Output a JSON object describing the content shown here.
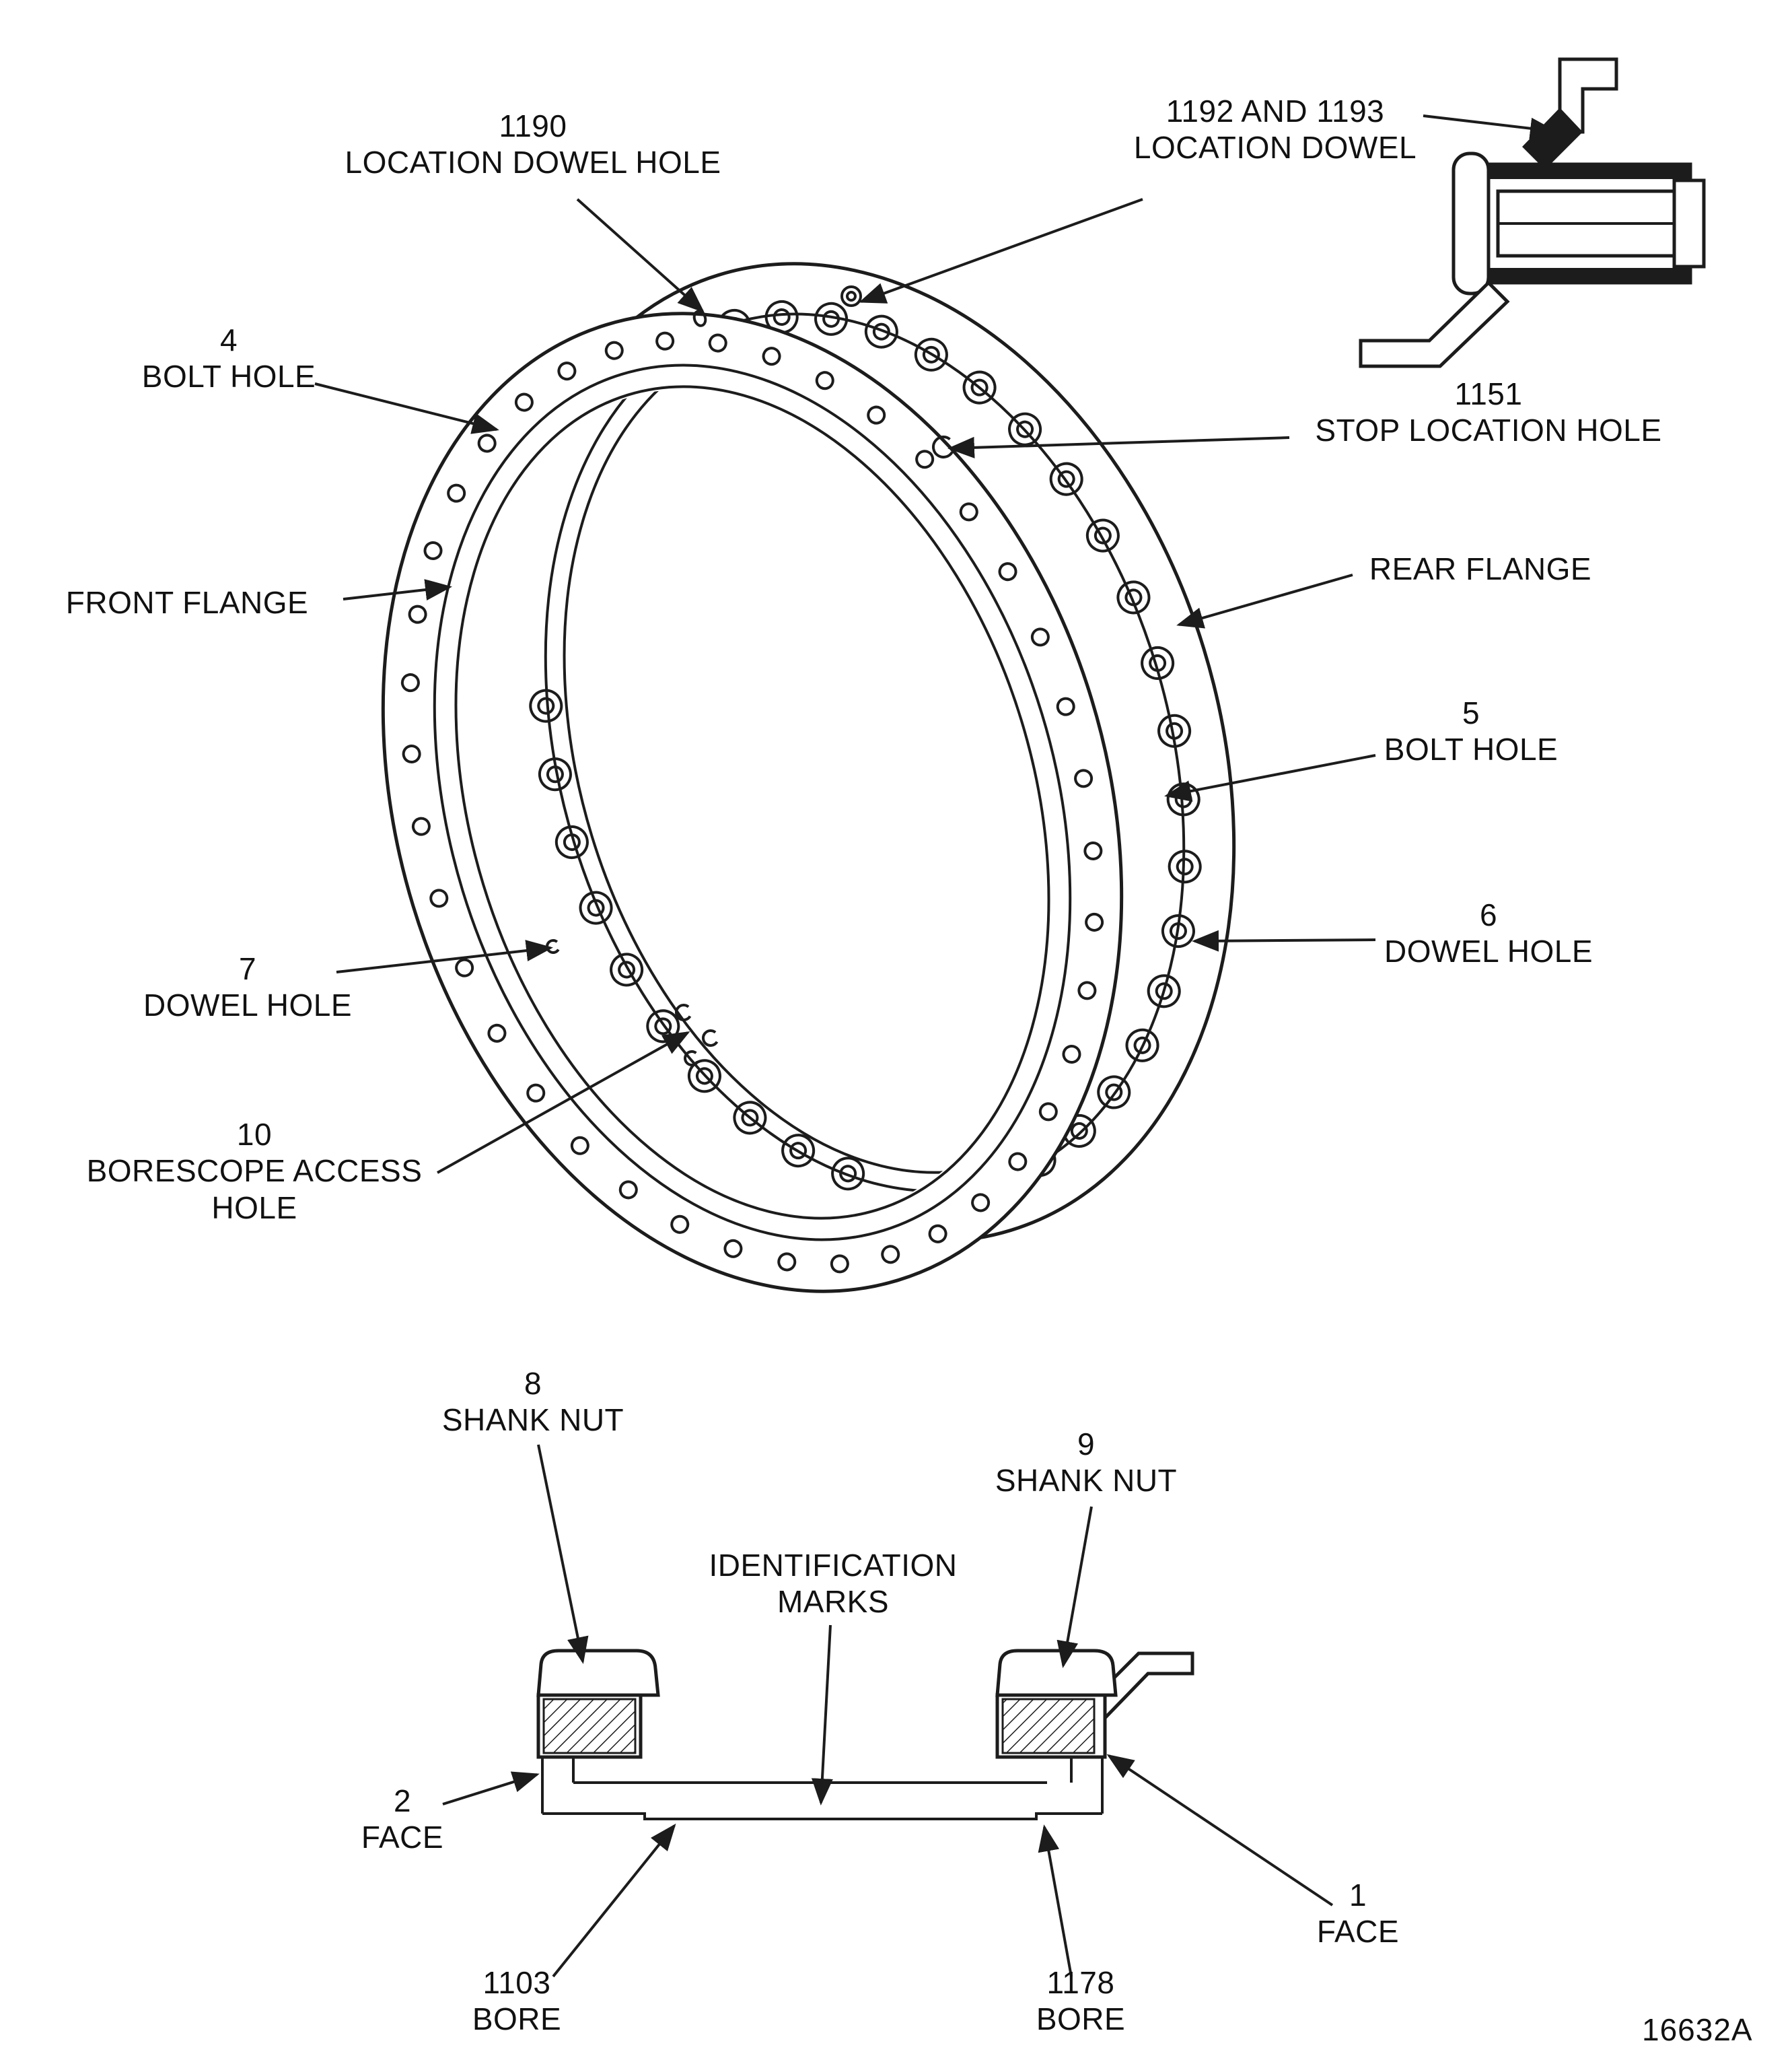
{
  "figure": {
    "number": "16632A"
  },
  "colors": {
    "background": "#ffffff",
    "line": "#1c1c1c"
  },
  "labels": {
    "location_dowel_hole": {
      "ref": "1190",
      "text": "LOCATION DOWEL HOLE"
    },
    "location_dowel": {
      "ref": "1192 AND 1193",
      "text": "LOCATION DOWEL"
    },
    "bolt_hole_4": {
      "ref": "4",
      "text": "BOLT HOLE"
    },
    "stop_location_hole": {
      "ref": "1151",
      "text": "STOP LOCATION HOLE"
    },
    "front_flange": {
      "text": "FRONT FLANGE"
    },
    "rear_flange": {
      "text": "REAR FLANGE"
    },
    "bolt_hole_5": {
      "ref": "5",
      "text": "BOLT HOLE"
    },
    "dowel_hole_6": {
      "ref": "6",
      "text": "DOWEL HOLE"
    },
    "dowel_hole_7": {
      "ref": "7",
      "text": "DOWEL HOLE"
    },
    "borescope_access_hole": {
      "ref": "10",
      "text": "BORESCOPE ACCESS HOLE"
    },
    "shank_nut_8": {
      "ref": "8",
      "text": "SHANK NUT"
    },
    "shank_nut_9": {
      "ref": "9",
      "text": "SHANK NUT"
    },
    "identification_marks": {
      "text": "IDENTIFICATION MARKS"
    },
    "face_2": {
      "ref": "2",
      "text": "FACE"
    },
    "face_1": {
      "ref": "1",
      "text": "FACE"
    },
    "bore_1103": {
      "ref": "1103",
      "text": "BORE"
    },
    "bore_1178": {
      "ref": "1178",
      "text": "BORE"
    }
  }
}
